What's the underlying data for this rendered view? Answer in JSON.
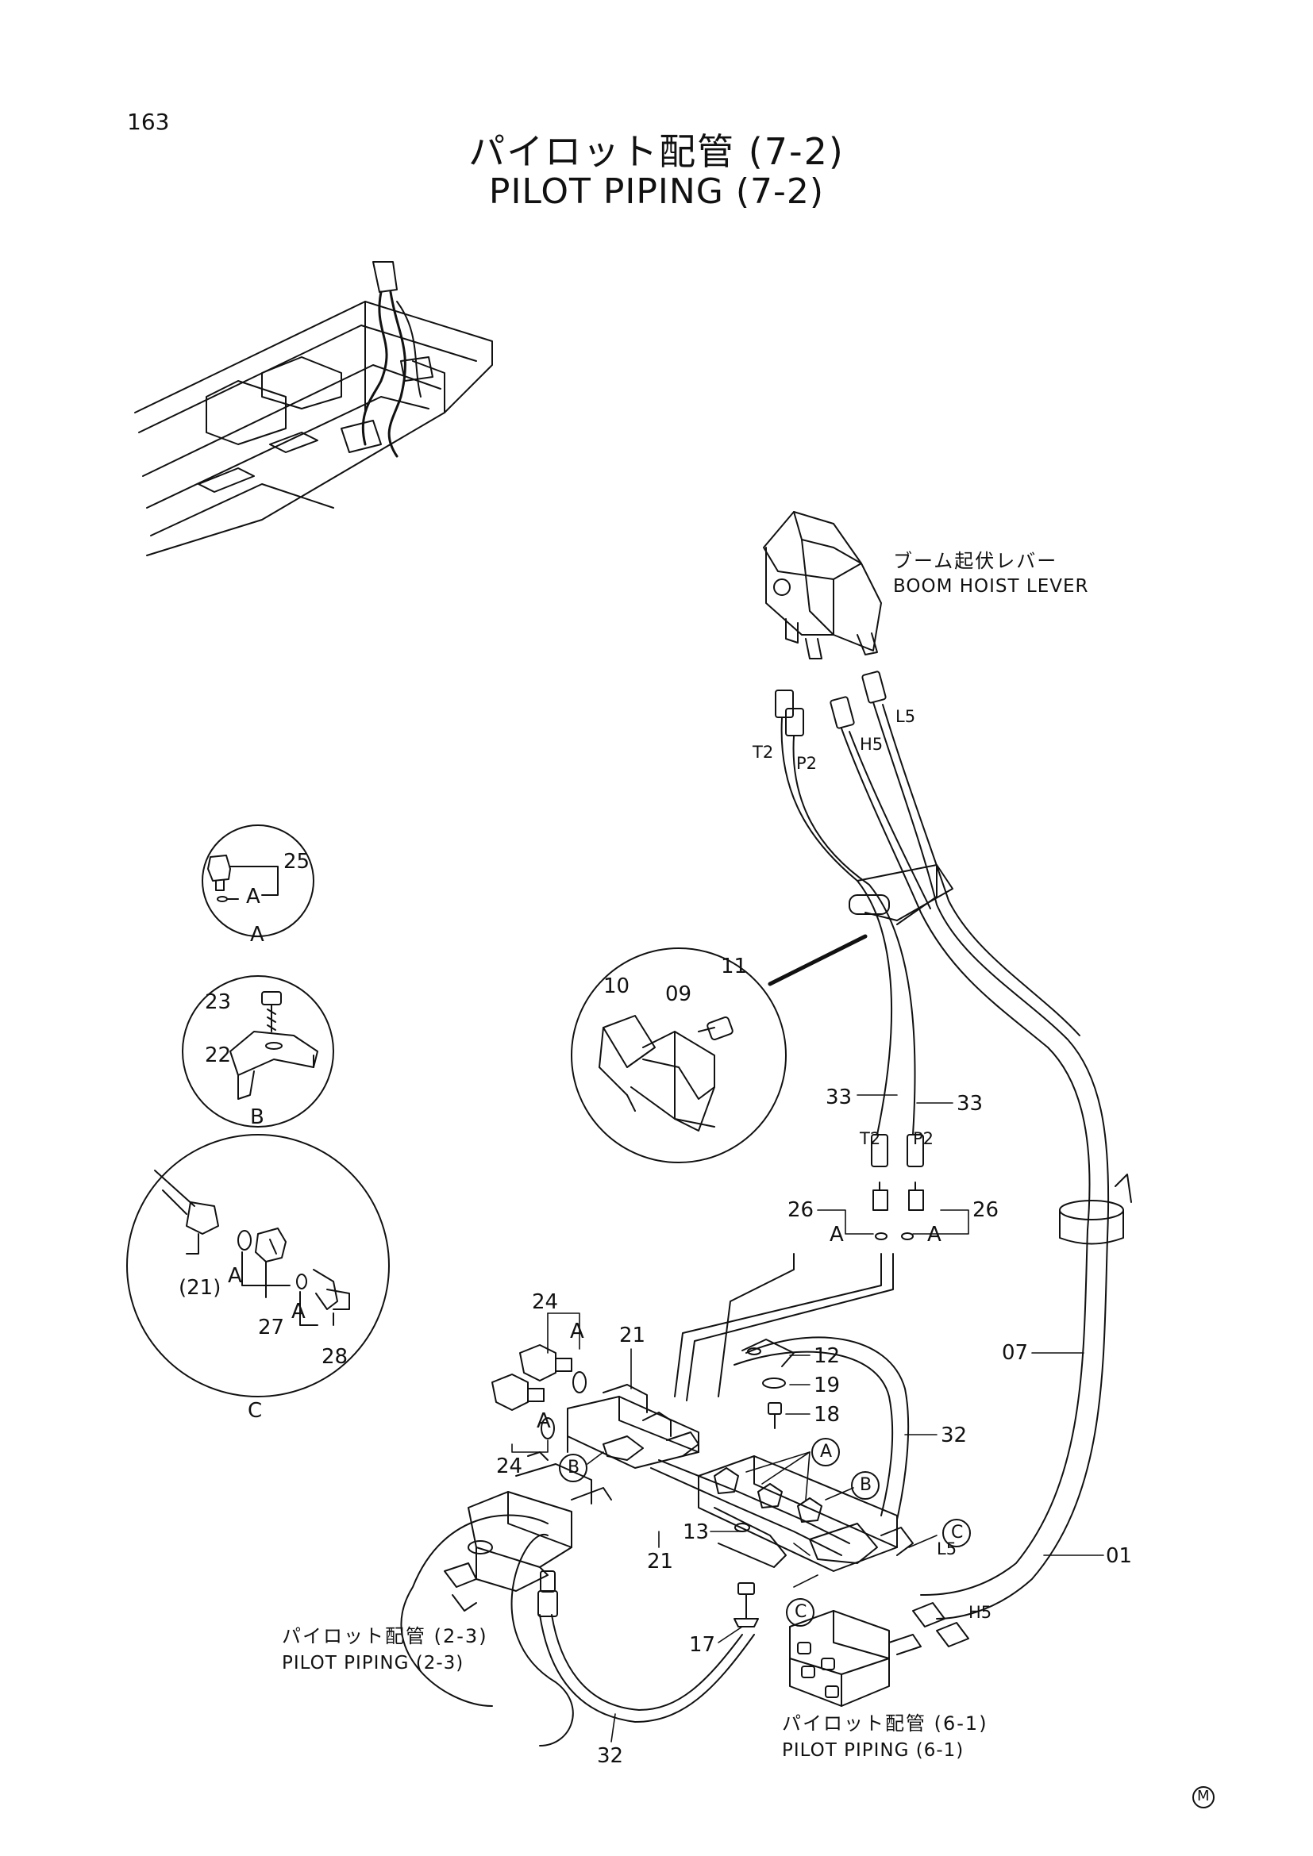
{
  "page_number": "163",
  "title_jp": "パイロット配管 (7-2)",
  "title_en": "PILOT PIPING (7-2)",
  "boom_lever": {
    "jp": "ブーム起伏レバー",
    "en": "BOOM HOIST LEVER"
  },
  "ports": {
    "t2": "T2",
    "p2": "P2",
    "h5": "H5",
    "l5": "L5"
  },
  "detail_labels": {
    "a": "A",
    "b": "B",
    "c": "C"
  },
  "part_numbers": {
    "p01": "01",
    "p07": "07",
    "p09": "09",
    "p10": "10",
    "p11": "11",
    "p12": "12",
    "p13": "13",
    "p17": "17",
    "p18": "18",
    "p19": "19",
    "p21": "21",
    "p21_ref": "(21)",
    "p22": "22",
    "p23": "23",
    "p24": "24",
    "p25": "25",
    "p26": "26",
    "p27": "27",
    "p28": "28",
    "p32": "32",
    "p33": "33"
  },
  "refs": {
    "piping_2_3_jp": "パイロット配管 (2-3)",
    "piping_2_3_en": "PILOT PIPING (2-3)",
    "piping_6_1_jp": "パイロット配管 (6-1)",
    "piping_6_1_en": "PILOT PIPING (6-1)"
  },
  "corner_mark": "M"
}
